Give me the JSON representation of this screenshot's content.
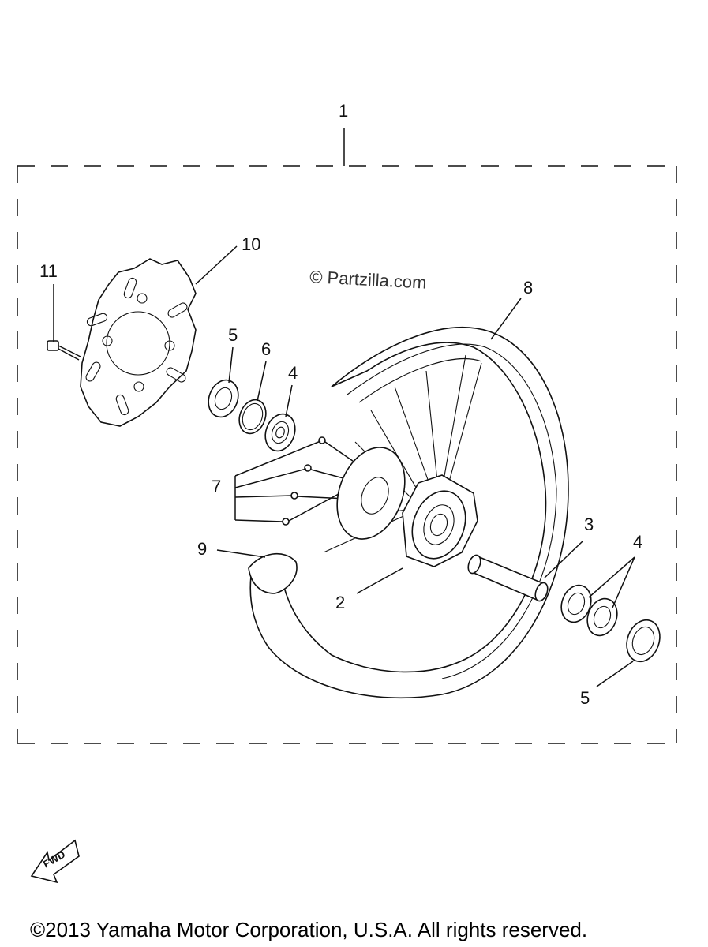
{
  "diagram": {
    "callouts": {
      "c1": "1",
      "c2": "2",
      "c3": "3",
      "c4_left": "4",
      "c4_right": "4",
      "c5_left": "5",
      "c5_right": "5",
      "c6": "6",
      "c7": "7",
      "c8": "8",
      "c9": "9",
      "c10": "10",
      "c11": "11"
    },
    "watermark": "© Partzilla.com",
    "fwd_label": "FWD",
    "copyright": "©2013 Yamaha Motor Corporation, U.S.A. All rights reserved."
  }
}
